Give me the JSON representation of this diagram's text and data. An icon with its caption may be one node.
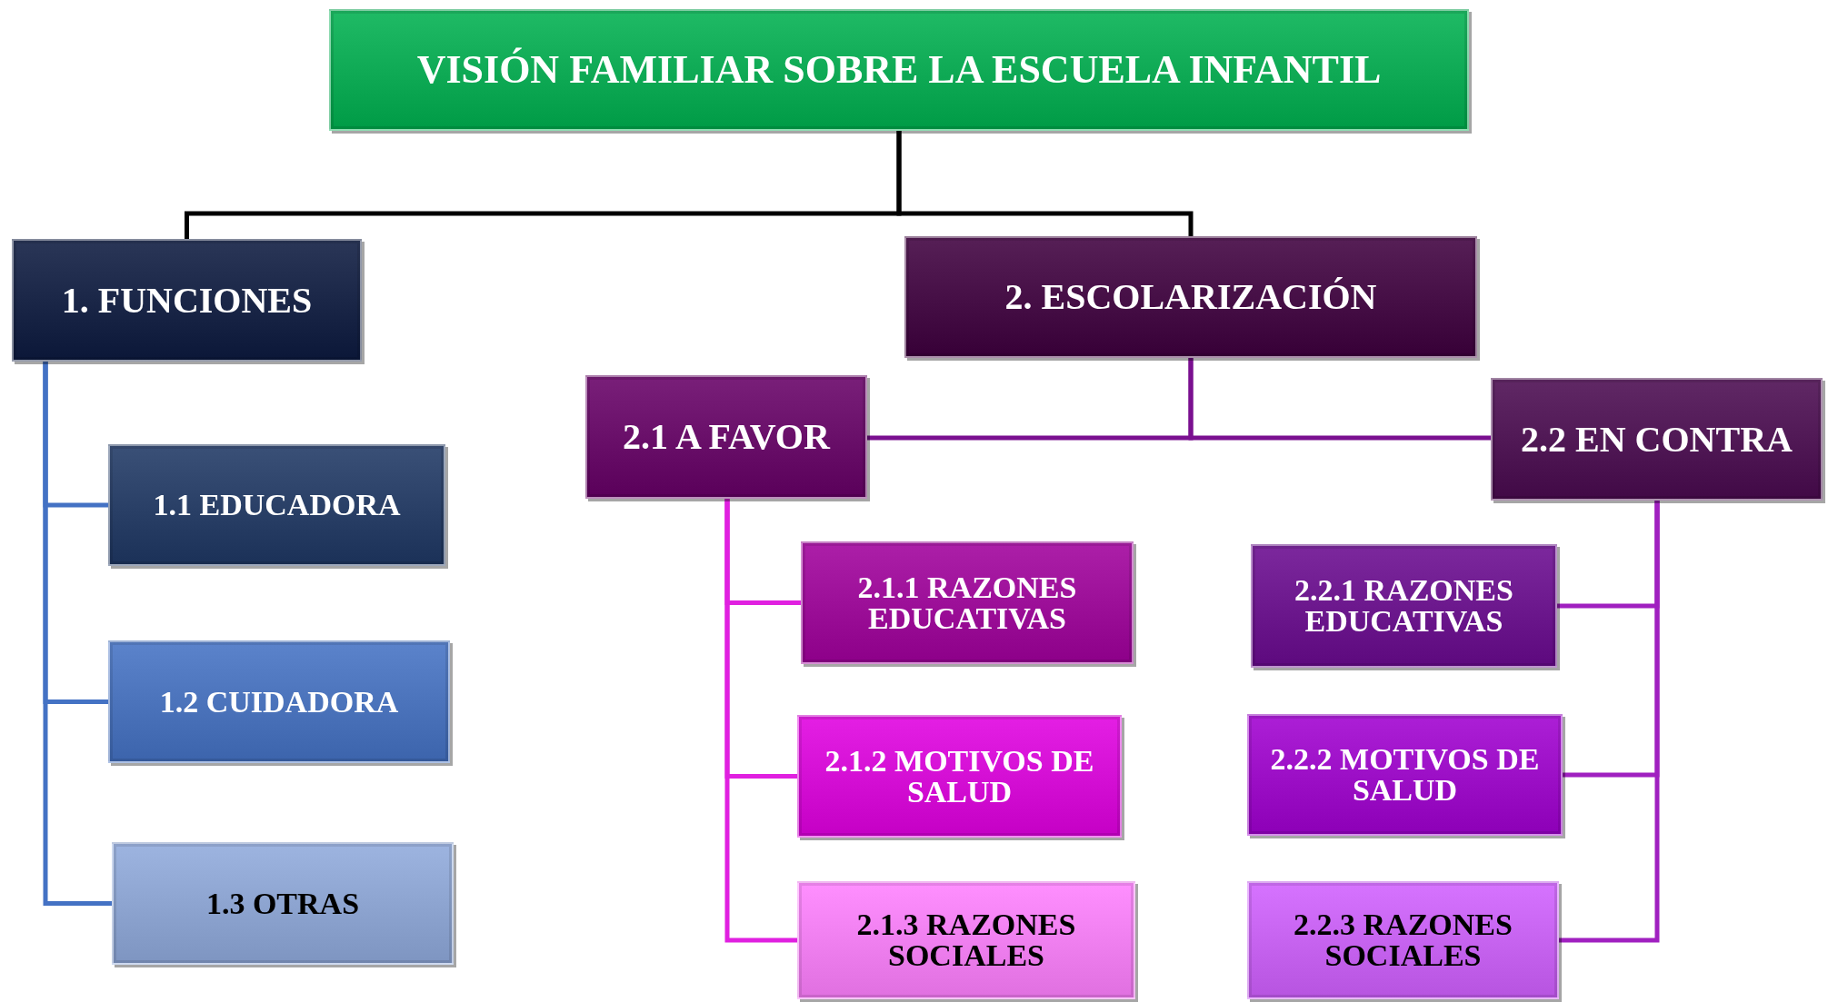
{
  "diagram": {
    "nodes": [
      {
        "text": [
          "VISIÓN FAMILIAR SOBRE LA ESCUELA INFANTIL"
        ]
      },
      {
        "text": [
          "1. FUNCIONES"
        ]
      },
      {
        "text": [
          "2. ESCOLARIZACIÓN"
        ]
      },
      {
        "text": [
          "1.1 EDUCADORA"
        ]
      },
      {
        "text": [
          "1.2 CUIDADORA"
        ]
      },
      {
        "text": [
          "1.3 OTRAS"
        ]
      },
      {
        "text": [
          "2.1 A FAVOR"
        ]
      },
      {
        "text": [
          "2.2 EN CONTRA"
        ]
      },
      {
        "text": [
          "2.1.1 RAZONES EDUCATIVAS"
        ]
      },
      {
        "text": [
          "2.1.2 MOTIVOS DE SALUD"
        ]
      },
      {
        "text": [
          "2.1.3 RAZONES SOCIALES"
        ]
      },
      {
        "text": [
          "2.2.1 RAZONES EDUCATIVAS"
        ]
      },
      {
        "text": [
          "2.2.2 MOTIVOS DE SALUD"
        ]
      },
      {
        "text": [
          "2.2.3 RAZONES SOCIALES"
        ]
      }
    ],
    "edges": [
      {
        "from": 0,
        "to": 1,
        "arrow": "none",
        "color": "#000000"
      },
      {
        "from": 0,
        "to": 2,
        "arrow": "none",
        "color": "#000000"
      },
      {
        "from": 1,
        "to": 3,
        "arrow": "none",
        "color": "#4472c4"
      },
      {
        "from": 1,
        "to": 4,
        "arrow": "none",
        "color": "#4472c4"
      },
      {
        "from": 1,
        "to": 5,
        "arrow": "none",
        "color": "#4472c4"
      },
      {
        "from": 2,
        "to": 6,
        "arrow": "none",
        "color": "#7a1090"
      },
      {
        "from": 2,
        "to": 7,
        "arrow": "none",
        "color": "#7a1090"
      },
      {
        "from": 6,
        "to": 8,
        "arrow": "none",
        "color": "#e020e0"
      },
      {
        "from": 6,
        "to": 9,
        "arrow": "none",
        "color": "#e020e0"
      },
      {
        "from": 6,
        "to": 10,
        "arrow": "none",
        "color": "#e020e0"
      },
      {
        "from": 7,
        "to": 11,
        "arrow": "none",
        "color": "#a020c0"
      },
      {
        "from": 7,
        "to": 12,
        "arrow": "none",
        "color": "#a020c0"
      },
      {
        "from": 7,
        "to": 13,
        "arrow": "none",
        "color": "#a020c0"
      }
    ]
  }
}
